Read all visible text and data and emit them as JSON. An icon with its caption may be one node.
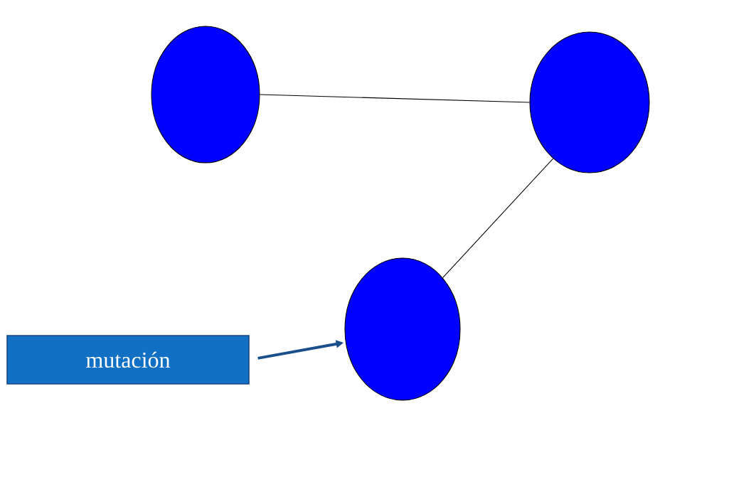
{
  "diagram": {
    "nodes": [
      {
        "text": [],
        "shape": "circle"
      },
      {
        "text": [],
        "shape": "circle"
      },
      {
        "text": [],
        "shape": "circle"
      },
      {
        "text": [
          "mutación"
        ]
      }
    ],
    "edges": [
      {
        "from": 0,
        "to": 1,
        "arrow": "none"
      },
      {
        "from": 1,
        "to": 2,
        "arrow": "none"
      },
      {
        "from": 3,
        "to": 2,
        "arrow": "to",
        "style": "thick",
        "color": "#1a4f8c"
      }
    ]
  }
}
